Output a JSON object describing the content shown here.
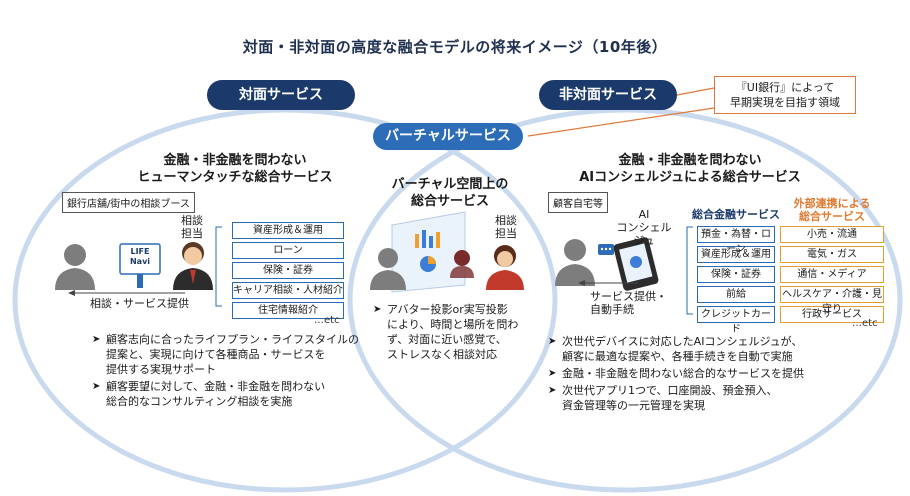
{
  "title": "対面・非対面の高度な融合モデルの将来イメージ（10年後）",
  "pills": {
    "face": "対面サービス",
    "nonface": "非対面サービス",
    "virtual": "バーチャルサービス"
  },
  "callout": {
    "line1": "『UI銀行』によって",
    "line2": "早期実現を目指す領域"
  },
  "left": {
    "heading1": "金融・非金融を問わない",
    "heading2": "ヒューマンタッチな総合サービス",
    "tag": "銀行店舗/街中の相談ブース",
    "advisor_label1": "相談",
    "advisor_label2": "担当",
    "kiosk1": "LIFE",
    "kiosk2": "Navi",
    "flow": "相談・サービス提供",
    "boxes": [
      "資産形成＆運用",
      "ローン",
      "保険・証券",
      "キャリア相談・人材紹介",
      "住宅情報紹介"
    ],
    "etc": "…etc",
    "bullets": [
      [
        "顧客志向に合ったライフプラン・ライフスタイルの",
        "提案と、実現に向けて各種商品・サービスを",
        "提供する実現サポート"
      ],
      [
        "顧客要望に対して、金融・非金融を問わない",
        "総合的なコンサルティング相談を実施"
      ]
    ]
  },
  "center": {
    "heading1": "バーチャル空間上の",
    "heading2": "総合サービス",
    "advisor_label1": "相談",
    "advisor_label2": "担当",
    "bullet": [
      "アバター投影or実写投影",
      "により、時間と場所を問わ",
      "ず、対面に近い感覚で、",
      "ストレスなく相談対応"
    ]
  },
  "right": {
    "heading1": "金融・非金融を問わない",
    "heading2": "AIコンシェルジュによる総合サービス",
    "tag": "顧客自宅等",
    "ai1": "AI",
    "ai2": "コンシェルジュ",
    "flow1": "サービス提供・",
    "flow2": "自動手続",
    "finance_label": "総合金融サービス",
    "external_label1": "外部連携による",
    "external_label2": "総合サービス",
    "finance_boxes": [
      "預金・為替・ローン",
      "資産形成＆運用",
      "保険・証券",
      "前給",
      "クレジットカード"
    ],
    "external_boxes": [
      "小売・流通",
      "電気・ガス",
      "通信・メディア",
      "ヘルスケア・介護・見守り",
      "行政サービス"
    ],
    "etc": "…etc",
    "bullets": [
      [
        "次世代デバイスに対応したAIコンシェルジュが、",
        "顧客に最適な提案や、各種手続きを自動で実施"
      ],
      [
        "金融・非金融を問わない総合的なサービスを提供"
      ],
      [
        "次世代アプリ1つで、口座開設、預金預入、",
        "資金管理等の一元管理を実現"
      ]
    ]
  },
  "colors": {
    "navy": "#1b3a6b",
    "blue": "#2d6db8",
    "orange": "#e07a3a",
    "circle": "#c9d9ee"
  }
}
